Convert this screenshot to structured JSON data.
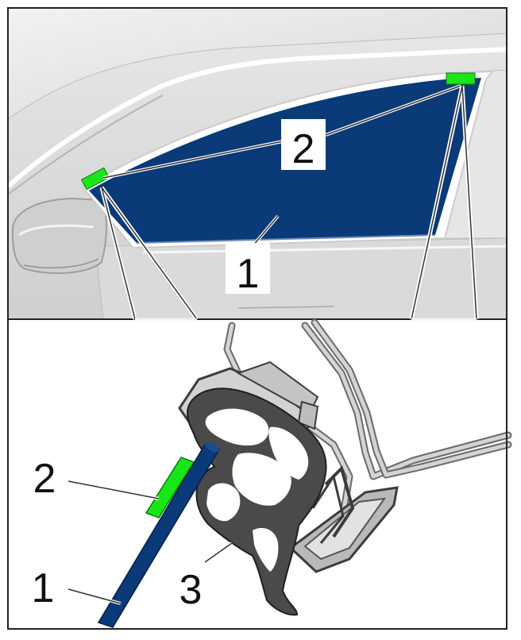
{
  "callouts": {
    "top_glass": "1",
    "top_pads": "2",
    "detail_glass": "1",
    "detail_pad": "2",
    "detail_seal": "3"
  },
  "colors": {
    "glass": "#0a3a78",
    "pad": "#19e619",
    "seal": "#4a4a4a",
    "body": "#d9d9d9",
    "frame": "#222222"
  }
}
